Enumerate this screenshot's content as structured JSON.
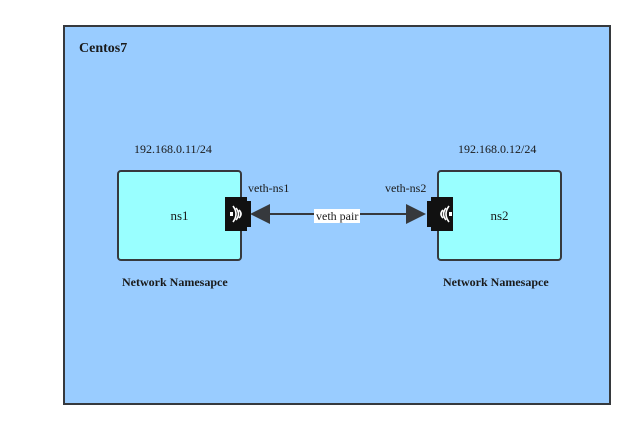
{
  "host": {
    "title": "Centos7"
  },
  "namespaces": [
    {
      "name": "ns1",
      "ip": "192.168.0.11/24",
      "veth": "veth-ns1",
      "caption": "Network Namesapce"
    },
    {
      "name": "ns2",
      "ip": "192.168.0.12/24",
      "veth": "veth-ns2",
      "caption": "Network Namesapce"
    }
  ],
  "link": {
    "label": "veth pair"
  },
  "colors": {
    "host_fill": "#99ccff",
    "namespace_fill": "#99ffff",
    "stroke": "#36393d"
  }
}
